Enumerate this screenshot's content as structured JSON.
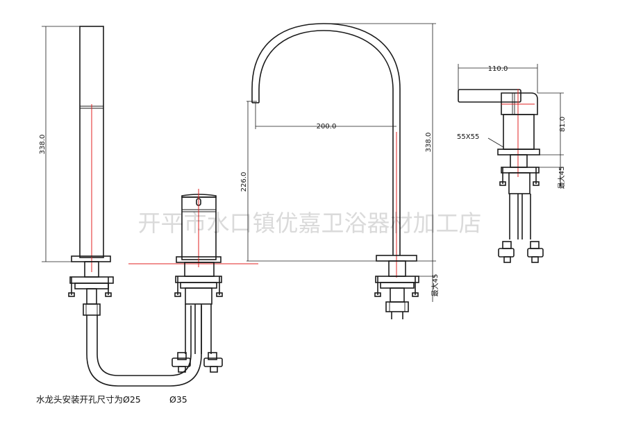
{
  "watermark": "开平市水口镇优嘉卫浴器材加工店",
  "caption": {
    "label": "水龙头安装开孔尺寸为Ø25",
    "second_value": "Ø35"
  },
  "dimensions": {
    "shower_height": "338.0",
    "spout_reach": "200.0",
    "spout_height": "338.0",
    "spout_clearance": "226.0",
    "max_deck_spout": "最大45",
    "handle_length": "110.0",
    "handle_height": "81.0",
    "base_size": "55X55",
    "max_deck_handle": "最大45"
  }
}
